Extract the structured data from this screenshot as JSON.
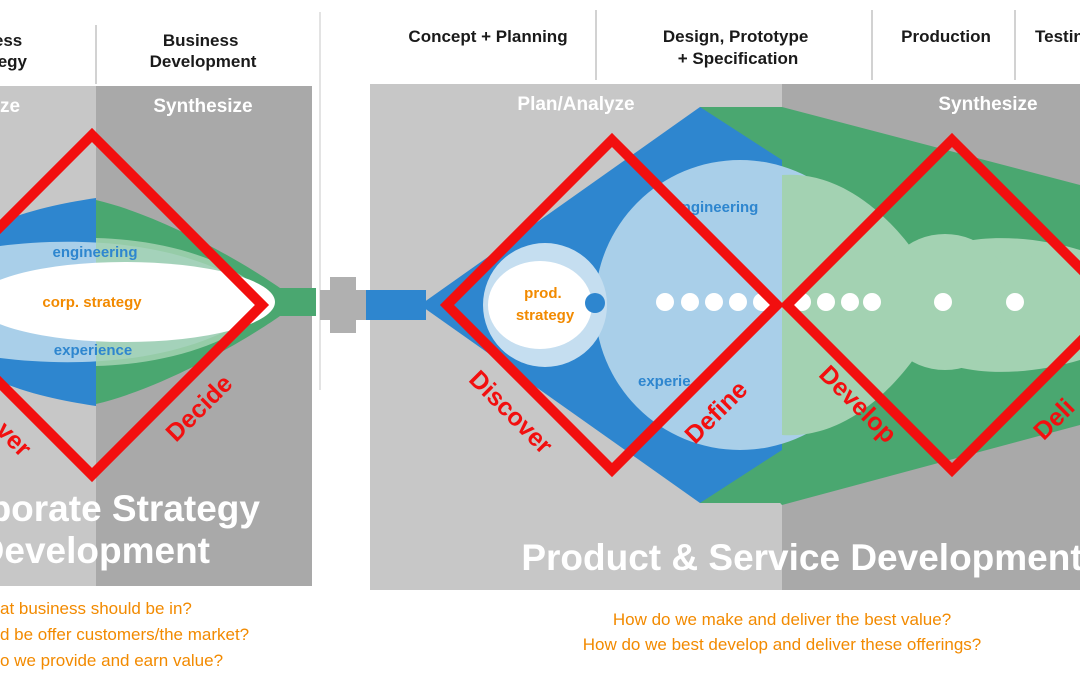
{
  "left_panel": {
    "headers": [
      "ess\negy",
      "Business\nDevelopment"
    ],
    "bands": [
      "ze",
      "Synthesize"
    ],
    "labels": {
      "engineering": "engineering",
      "core": "corp. strategy",
      "experience": "experience"
    },
    "diamond_labels": [
      "ver",
      "Decide"
    ],
    "title_lines": [
      "porate Strategy",
      "Development"
    ],
    "questions": [
      "at business should be in?",
      "d be offer customers/the market?",
      "o we provide and earn value?"
    ]
  },
  "right_panel": {
    "headers": [
      "Concept + Planning",
      "Design, Prototype\n+ Specification",
      "Production",
      "Testin"
    ],
    "bands": [
      "Plan/Analyze",
      "Synthesize"
    ],
    "labels": {
      "engineering": "ngineering",
      "core": "prod.\nstrategy",
      "experience": "experie"
    },
    "diamond_labels": [
      "Discover",
      "Define",
      "Develop",
      "Deli"
    ],
    "title": "Product & Service Development",
    "questions": [
      "How do we make and deliver the best value?",
      "How do we best develop and deliver these offerings?"
    ]
  },
  "colors": {
    "blue": "#2e86cf",
    "light_blue": "#a9cfe9",
    "green": "#4aa770",
    "light_green": "#a3d2b2",
    "red": "#f20f0f",
    "orange": "#f28a00",
    "gray_band": "#c7c7c7",
    "gray_dark": "#a9a9a9"
  }
}
